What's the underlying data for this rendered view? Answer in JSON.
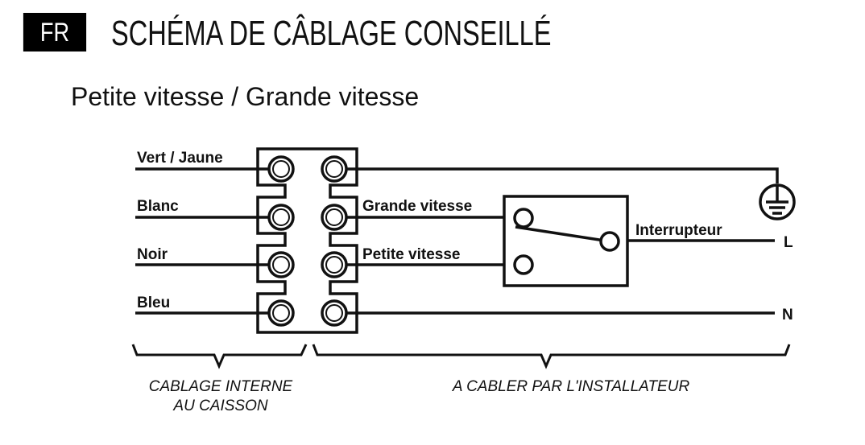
{
  "header": {
    "lang_code": "FR",
    "title": "SCHÉMA DE CÂBLAGE CONSEILLÉ",
    "subtitle": "Petite vitesse / Grande vitesse"
  },
  "wires_left": {
    "green_yellow": "Vert / Jaune",
    "white": "Blanc",
    "black": "Noir",
    "blue": "Bleu"
  },
  "wires_right": {
    "high_speed": "Grande vitesse",
    "low_speed": "Petite vitesse",
    "switch": "Interrupteur",
    "live": "L",
    "neutral": "N"
  },
  "captions": {
    "internal_line1": "CABLAGE INTERNE",
    "internal_line2": "AU CAISSON",
    "installer": "A CABLER PAR L'INSTALLATEUR"
  },
  "icons": {
    "terminal": "screw-terminal-icon",
    "earth": "earth-ground-icon",
    "switch": "two-way-switch-icon"
  },
  "colors": {
    "ink": "#111111",
    "badge_bg": "#000000",
    "badge_text": "#ffffff"
  }
}
